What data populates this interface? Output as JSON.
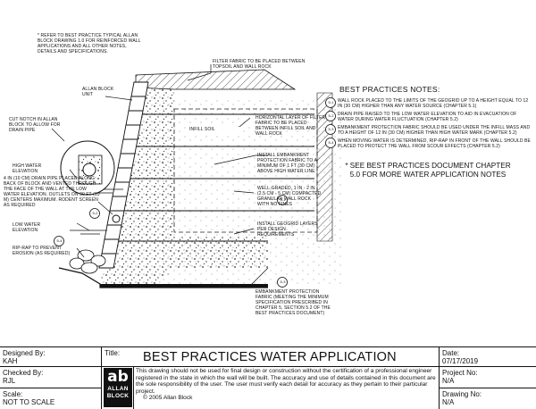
{
  "general_notes": "* REFER TO BEST PRACTICE TYPICAL ALLAN BLOCK DRAWING 1.0 FOR REINFORCED WALL APPLICATIONS AND ALL OTHER NOTES, DETAILS AND SPECIFICATIONS.",
  "labels": {
    "filter_fabric": "FILTER FABRIC TO BE PLACED BETWEEN TOPSOIL AND WALL ROCK",
    "allan_block_unit": "ALLAN BLOCK UNIT",
    "horizontal_filter": "HORIZONTAL LAYER OF FILTER FABRIC TO BE PLACED BETWEEN INFILL SOIL AND WALL ROCK",
    "infill_soil": "INFILL SOIL",
    "cut_notch": "CUT NOTCH IN ALLAN BLOCK TO ALLOW FOR DRAIN PIPE",
    "embankment_install": "INSTALL EMBANKMENT PROTECTION FABRIC TO A MINIMUM OF 1 ft (30 cm) ABOVE HIGH WATER LINE",
    "high_water": "HIGH WATER ELEVATION",
    "drain_pipe": "4 in (10 cm) DRAIN PIPE PLACED ALONG BACK OF BLOCK AND VENTED THROUGH THE FACE OF THE WALL AT THE LOW WATER ELEVATION. OUTLETS ON 30 ft (10 m) CENTERS MAXIMUM. RODENT SCREEN AS REQUIRED",
    "well_graded": "WELL-GRADED, 1 in - 2 in (2.5 cm - 5 cm) COMPACTED GRANULAR WALL ROCK WITH NO FINES",
    "install_geogrid": "INSTALL GEOGRID LAYERS PER DESIGN REQUIREMENTS",
    "low_water": "LOW WATER ELEVATION",
    "rip_rap": "RIP-RAP TO PREVENT EROSION (AS REQUIRED)",
    "embankment_fabric": "EMBANKMENT PROTECTION FABRIC (MEETING THE MINIMUM SPECIFICATION PRESCRIBED IN CHAPTER 5, SECTION 5.2 OF THE BEST PRACTICES DOCUMENT)"
  },
  "callouts": {
    "c1": "5-1",
    "c2": "5-2",
    "c3": "5-3",
    "c4": "5-4"
  },
  "notes": {
    "heading": "BEST PRACTICES NOTES:",
    "items": [
      {
        "num": "5-1",
        "text": "WALL ROCK PLACED TO THE LIMITS OF THE GEOGRID UP TO A HEIGHT EQUAL TO 12 in (30 cm) HIGHER THAN ANY WATER SOURCE (CHAPTER 5.1)"
      },
      {
        "num": "5-2",
        "text": "DRAIN PIPE RAISED TO THE LOW WATER ELEVATION TO AID IN EVACUATION OF WATER DURING WATER FLUCTUATION (CHAPTER 5.2)"
      },
      {
        "num": "5-3",
        "text": "EMBANKMENT PROTECTION FABRIC SHOULD BE USED UNDER THE INFILL MASS AND TO A HEIGHT OF 12 in (30 cm) HIGHER THAN HIGH WATER MARK (CHAPTER 5.2)"
      },
      {
        "num": "5-4",
        "text": "WHEN MOVING WATER IS DETERMINED, RIP-RAP IN FRONT OF THE WALL SHOULD BE PLACED TO PROTECT THE WALL FROM SCOUR EFFECTS (CHAPTER 5.2)"
      }
    ],
    "see_also": "* SEE BEST PRACTICES DOCUMENT CHAPTER 5.0 FOR MORE WATER APPLICATION NOTES"
  },
  "title_block": {
    "designed_by_label": "Designed By:",
    "designed_by": "KAH",
    "title_label": "Title:",
    "title": "BEST PRACTICES WATER APPLICATION",
    "date_label": "Date:",
    "date": "07/17/2019",
    "checked_by_label": "Checked By:",
    "checked_by": "RJL",
    "project_no_label": "Project No:",
    "project_no": "N/A",
    "scale_label": "Scale:",
    "scale": "NOT TO SCALE",
    "drawing_no_label": "Drawing No:",
    "drawing_no": "N/A",
    "logo_ab": "ab",
    "logo_allan": "ALLAN",
    "logo_block": "BLOCK",
    "notice": "This drawing should not be used for final design or construction without the certification of a professional engineer registered in the state in which the wall will be built. The accuracy and use of details contained in this document are the sole responsibility of the user. The user must verify each detail for accuracy as they pertain to their particular project.",
    "copyright": "© 2005 Allan Block"
  }
}
